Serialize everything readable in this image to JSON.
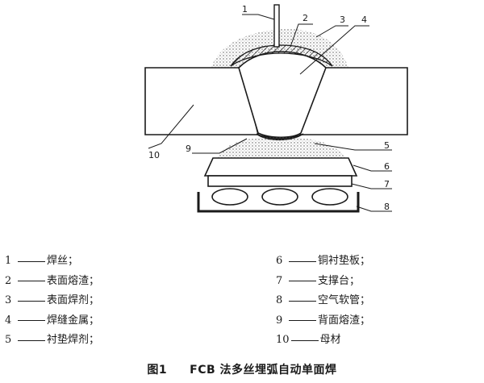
{
  "callouts": [
    "1",
    "2",
    "3",
    "4",
    "5",
    "6",
    "7",
    "8",
    "9",
    "10"
  ],
  "legend": {
    "left": [
      {
        "num": "1",
        "label": "焊丝；"
      },
      {
        "num": "2",
        "label": "表面熔渣；"
      },
      {
        "num": "3",
        "label": "表面焊剂；"
      },
      {
        "num": "4",
        "label": "焊缝金属；"
      },
      {
        "num": "5",
        "label": "衬垫焊剂；"
      }
    ],
    "right": [
      {
        "num": "6",
        "label": "铜衬垫板；"
      },
      {
        "num": "7",
        "label": "支撑台；"
      },
      {
        "num": "8",
        "label": "空气软管；"
      },
      {
        "num": "9",
        "label": "背面熔渣；"
      },
      {
        "num": "10",
        "label": "母材"
      }
    ]
  },
  "caption": {
    "figure": "图1",
    "title": "FCB 法多丝埋弧自动单面焊"
  }
}
